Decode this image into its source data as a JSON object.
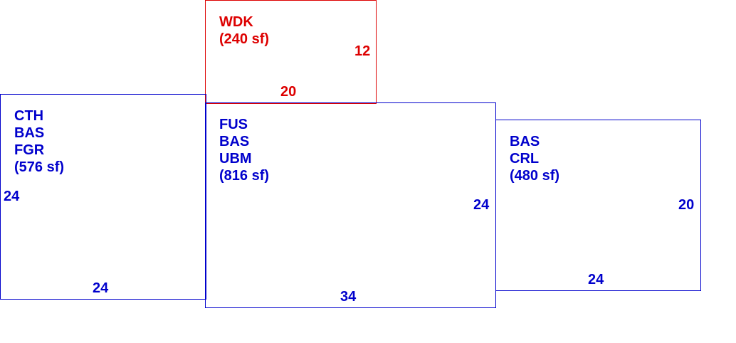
{
  "colors": {
    "blue": "#0000cc",
    "red": "#dd0000",
    "background": "#ffffff"
  },
  "areas": {
    "wdk": {
      "lines": [
        "WDK",
        "(240 sf)"
      ],
      "dims": {
        "width": "20",
        "height": "12"
      }
    },
    "cth": {
      "lines": [
        "CTH",
        "BAS",
        "FGR",
        "(576 sf)"
      ],
      "dims": {
        "width": "24",
        "height": "24"
      }
    },
    "fus": {
      "lines": [
        "FUS",
        "BAS",
        "UBM",
        "(816 sf)"
      ],
      "dims": {
        "width": "34",
        "height": "24"
      }
    },
    "crl": {
      "lines": [
        "BAS",
        "CRL",
        "(480 sf)"
      ],
      "dims": {
        "width": "24",
        "height": "20"
      }
    }
  }
}
